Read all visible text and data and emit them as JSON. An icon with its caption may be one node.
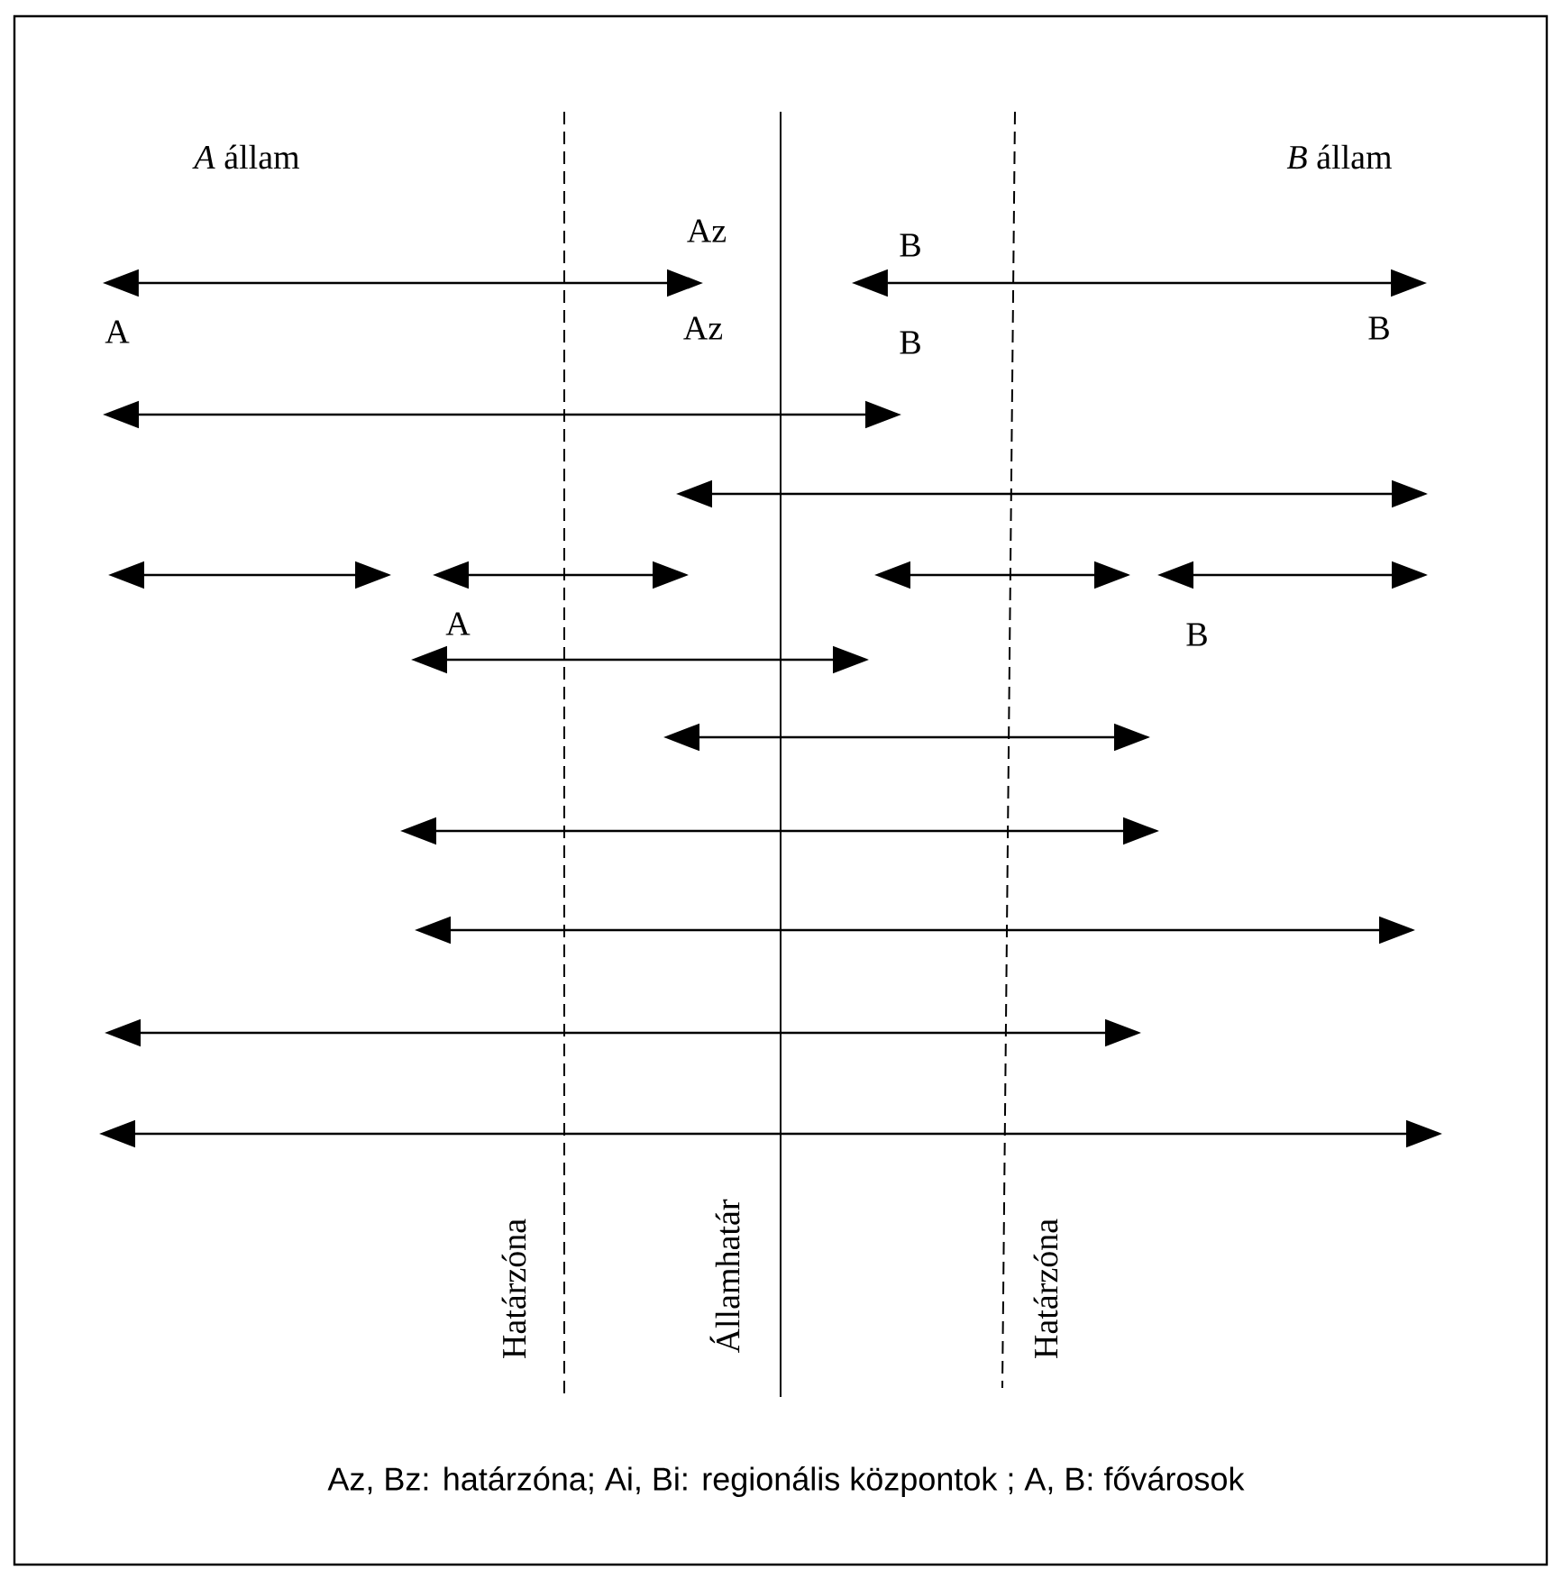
{
  "diagram": {
    "caption": "Az, Bz: határzóna; Ai, Bi: regionális központok ; A, B: fővárosok",
    "nodes": [
      {
        "text": [
          "A"
        ]
      },
      {
        "text": [
          "Az"
        ]
      },
      {
        "text": [
          "B"
        ]
      },
      {
        "text": [
          "B"
        ]
      }
    ],
    "edges": [
      {
        "from": 0,
        "to": 1,
        "arrow": "both"
      },
      {
        "from": 2,
        "to": 3,
        "arrow": "both"
      }
    ],
    "labels": [
      "*A* állam",
      "*B* állam",
      "Az",
      "B",
      "A",
      "B",
      "Határzóna",
      "Államhatár",
      "Határzóna"
    ]
  }
}
